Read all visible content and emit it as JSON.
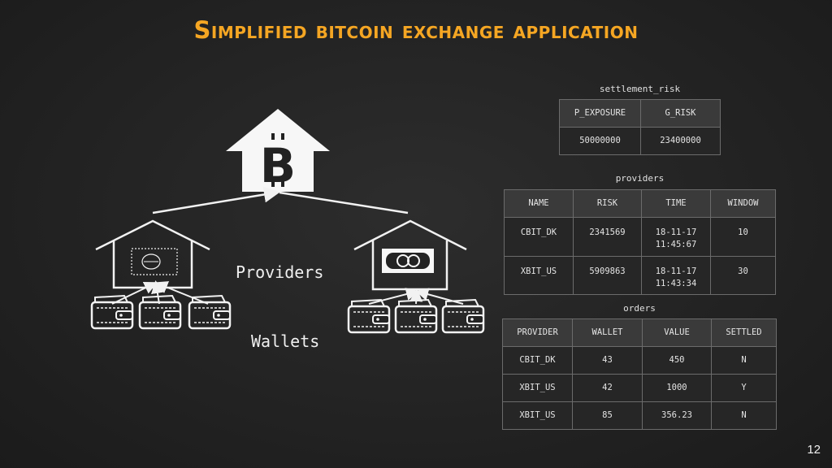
{
  "title": "Simplified bitcoin exchange application",
  "labels": {
    "providers": "Providers",
    "wallets": "Wallets"
  },
  "icons": {
    "exchange": "bitcoin-house-icon",
    "provider_left": "provider-house-card-icon",
    "provider_right": "provider-house-cash-icon",
    "wallet": "wallet-icon"
  },
  "colors": {
    "title": "#f5a623",
    "background": "#232323",
    "line": "#f2f2f2",
    "table_header": "#3a3a3a",
    "table_border": "#6b6b6b"
  },
  "settlement_risk": {
    "caption": "settlement_risk",
    "headers": [
      "P_EXPOSURE",
      "G_RISK"
    ],
    "rows": [
      [
        "50000000",
        "23400000"
      ]
    ]
  },
  "providers": {
    "caption": "providers",
    "headers": [
      "NAME",
      "RISK",
      "TIME",
      "WINDOW"
    ],
    "rows": [
      [
        "CBIT_DK",
        "2341569",
        "18-11-17",
        "11:45:67",
        "10"
      ],
      [
        "XBIT_US",
        "5909863",
        "18-11-17",
        "11:43:34",
        "30"
      ]
    ]
  },
  "orders": {
    "caption": "orders",
    "headers": [
      "PROVIDER",
      "WALLET",
      "VALUE",
      "SETTLED"
    ],
    "rows": [
      [
        "CBIT_DK",
        "43",
        "450",
        "N"
      ],
      [
        "XBIT_US",
        "42",
        "1000",
        "Y"
      ],
      [
        "XBIT_US",
        "85",
        "356.23",
        "N"
      ]
    ]
  },
  "page_number": "12"
}
